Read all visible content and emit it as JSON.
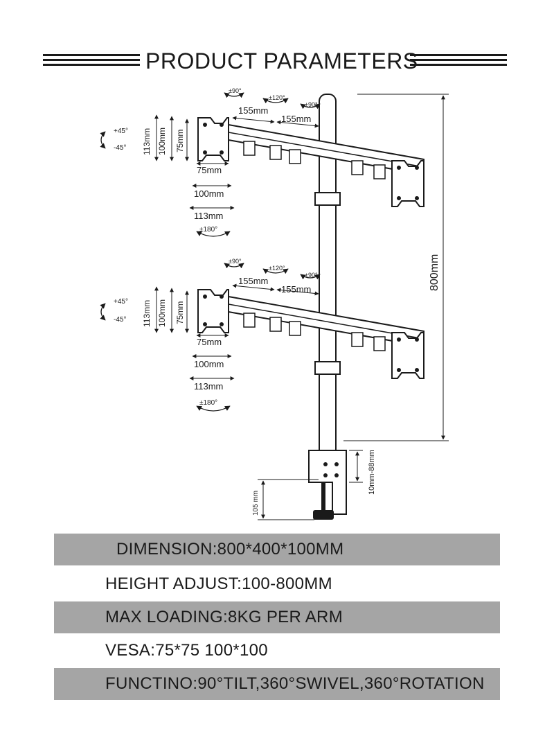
{
  "title": "PRODUCT PARAMETERS",
  "diagram": {
    "top_arm": {
      "tilt_plus": "+45°",
      "tilt_minus": "-45°",
      "vesa_113": "113mm",
      "vesa_100": "100mm",
      "vesa_75": "75mm",
      "bottom_75": "75mm",
      "bottom_100": "100mm",
      "bottom_113": "113mm",
      "rotation": "±180°",
      "swivel_left": "±90°",
      "swivel_mid": "±120°",
      "swivel_right": "±90°",
      "arm_155_left": "155mm",
      "arm_155_right": "155mm"
    },
    "bottom_arm": {
      "tilt_plus": "+45°",
      "tilt_minus": "-45°",
      "vesa_113": "113mm",
      "vesa_100": "100mm",
      "vesa_75": "75mm",
      "bottom_75": "75mm",
      "bottom_100": "100mm",
      "bottom_113": "113mm",
      "rotation": "±180°",
      "swivel_left": "±90°",
      "swivel_mid": "±120°",
      "swivel_right": "±90°",
      "arm_155_left": "155mm",
      "arm_155_right": "155mm"
    },
    "pole_height": "800mm",
    "clamp_range": "10mm-88mm",
    "clamp_height": "105 mm"
  },
  "specs": [
    "DIMENSION:800*400*100MM",
    "HEIGHT ADJUST:100-800MM",
    "MAX LOADING:8KG PER ARM",
    "VESA:75*75 100*100",
    "FUNCTINO:90°TILT,360°SWIVEL,360°ROTATION"
  ],
  "colors": {
    "ink": "#1a1a1a",
    "band": "#a5a5a5",
    "background": "#ffffff"
  }
}
